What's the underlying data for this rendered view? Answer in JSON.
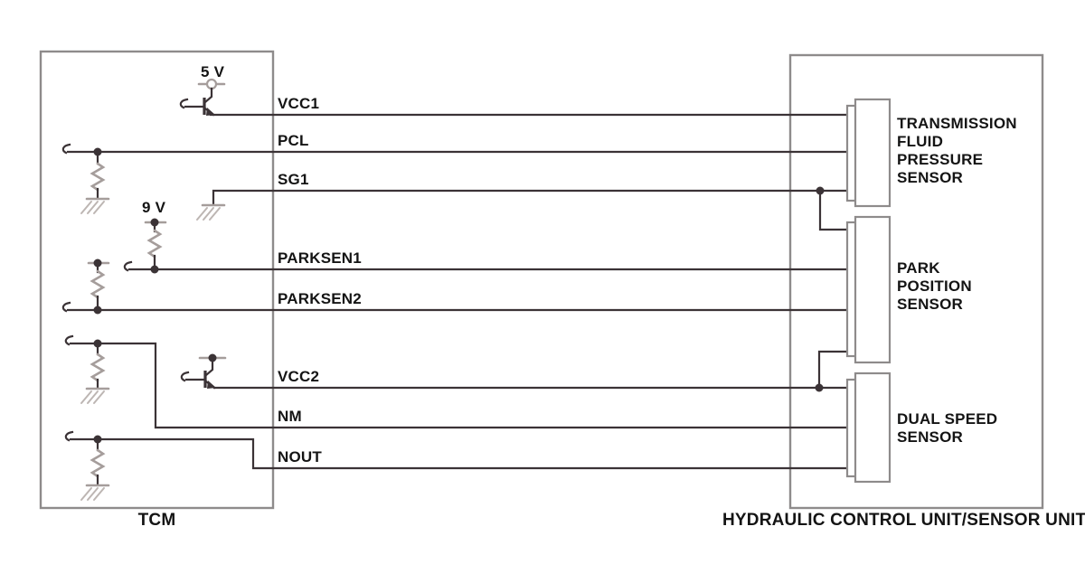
{
  "colors": {
    "background": "#ffffff",
    "wire": "#3b3336",
    "box_border": "#8e8b8b",
    "component": "#a59d9b",
    "component_light": "#bdb6b3",
    "text": "#141414"
  },
  "tcm": {
    "label": "TCM"
  },
  "hydraulic_unit": {
    "label": "HYDRAULIC CONTROL UNIT/SENSOR UNIT"
  },
  "supplies": [
    {
      "label": "5 V"
    },
    {
      "label": "9 V"
    }
  ],
  "signals": [
    {
      "label": "VCC1"
    },
    {
      "label": "PCL"
    },
    {
      "label": "SG1"
    },
    {
      "label": "PARKSEN1"
    },
    {
      "label": "PARKSEN2"
    },
    {
      "label": "VCC2"
    },
    {
      "label": "NM"
    },
    {
      "label": "NOUT"
    }
  ],
  "sensors": [
    {
      "name_lines": [
        "TRANSMISSION",
        "FLUID",
        "PRESSURE",
        "SENSOR"
      ]
    },
    {
      "name_lines": [
        "PARK",
        "POSITION",
        "SENSOR"
      ]
    },
    {
      "name_lines": [
        "DUAL SPEED",
        "SENSOR"
      ]
    }
  ],
  "symbols": [
    "supply-terminal",
    "transistor",
    "pull-resistor",
    "ground",
    "junction-dot",
    "connector-pin-block"
  ]
}
